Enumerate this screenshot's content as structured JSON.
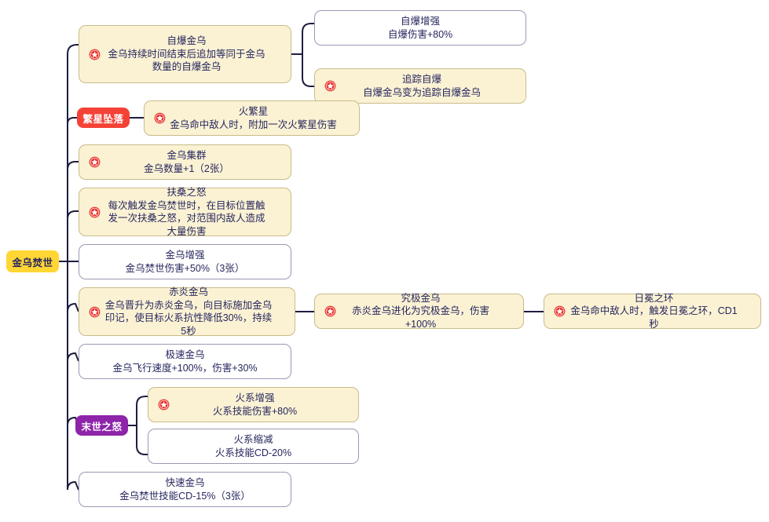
{
  "diagram": {
    "type": "skill-tree-mindmap",
    "root": {
      "label": "金乌焚世",
      "color": "#ffd633"
    },
    "groups": [
      {
        "id": "fanxing",
        "label": "繁星坠落",
        "color": "#f44336"
      },
      {
        "id": "moshi",
        "label": "末世之怒",
        "color": "#8e24aa"
      }
    ],
    "icon": {
      "name": "star-badge-icon",
      "color": "#e8312a"
    },
    "colors": {
      "highlight_fill": "#fbf2d4",
      "highlight_border": "#c9bb8a",
      "plain_fill": "#ffffff",
      "plain_border": "#9a9ab4",
      "text": "#26265e",
      "edge": "#1d1d41"
    },
    "nodes": [
      {
        "id": "n1",
        "title": "自爆金乌",
        "desc": "金乌持续时间结束后追加等同于金乌数量的自爆金乌",
        "highlight": true,
        "star": true
      },
      {
        "id": "n2",
        "title": "自爆增强",
        "desc": "自爆伤害+80%",
        "highlight": false,
        "star": false
      },
      {
        "id": "n3",
        "title": "追踪自爆",
        "desc": "自爆金乌变为追踪自爆金乌",
        "highlight": true,
        "star": true
      },
      {
        "id": "n4",
        "title": "火繁星",
        "desc": "金乌命中敌人时，附加一次火繁星伤害",
        "highlight": true,
        "star": true
      },
      {
        "id": "n5",
        "title": "金乌集群",
        "desc": "金乌数量+1（2张）",
        "highlight": true,
        "star": true
      },
      {
        "id": "n6",
        "title": "扶桑之怒",
        "desc": "每次触发金乌焚世时，在目标位置触发一次扶桑之怒，对范围内敌人造成大量伤害",
        "highlight": true,
        "star": true
      },
      {
        "id": "n7",
        "title": "金乌增强",
        "desc": "金乌焚世伤害+50%（3张）",
        "highlight": false,
        "star": false
      },
      {
        "id": "n8",
        "title": "赤炎金乌",
        "desc": "金乌晋升为赤炎金乌，向目标施加金乌印记，使目标火系抗性降低30%，持续5秒",
        "highlight": true,
        "star": true
      },
      {
        "id": "n9",
        "title": "究极金乌",
        "desc": "赤炎金乌进化为究极金乌，伤害+100%",
        "highlight": true,
        "star": true
      },
      {
        "id": "n10",
        "title": "日冕之环",
        "desc": "金乌命中敌人时，触发日冕之环，CD1秒",
        "highlight": true,
        "star": true
      },
      {
        "id": "n11",
        "title": "极速金乌",
        "desc": "金乌飞行速度+100%，伤害+30%",
        "highlight": false,
        "star": false
      },
      {
        "id": "n12",
        "title": "火系增强",
        "desc": "火系技能伤害+80%",
        "highlight": true,
        "star": true
      },
      {
        "id": "n13",
        "title": "火系缩减",
        "desc": "火系技能CD-20%",
        "highlight": false,
        "star": false
      },
      {
        "id": "n14",
        "title": "快速金乌",
        "desc": "金乌焚世技能CD-15%（3张）",
        "highlight": false,
        "star": false
      }
    ]
  }
}
